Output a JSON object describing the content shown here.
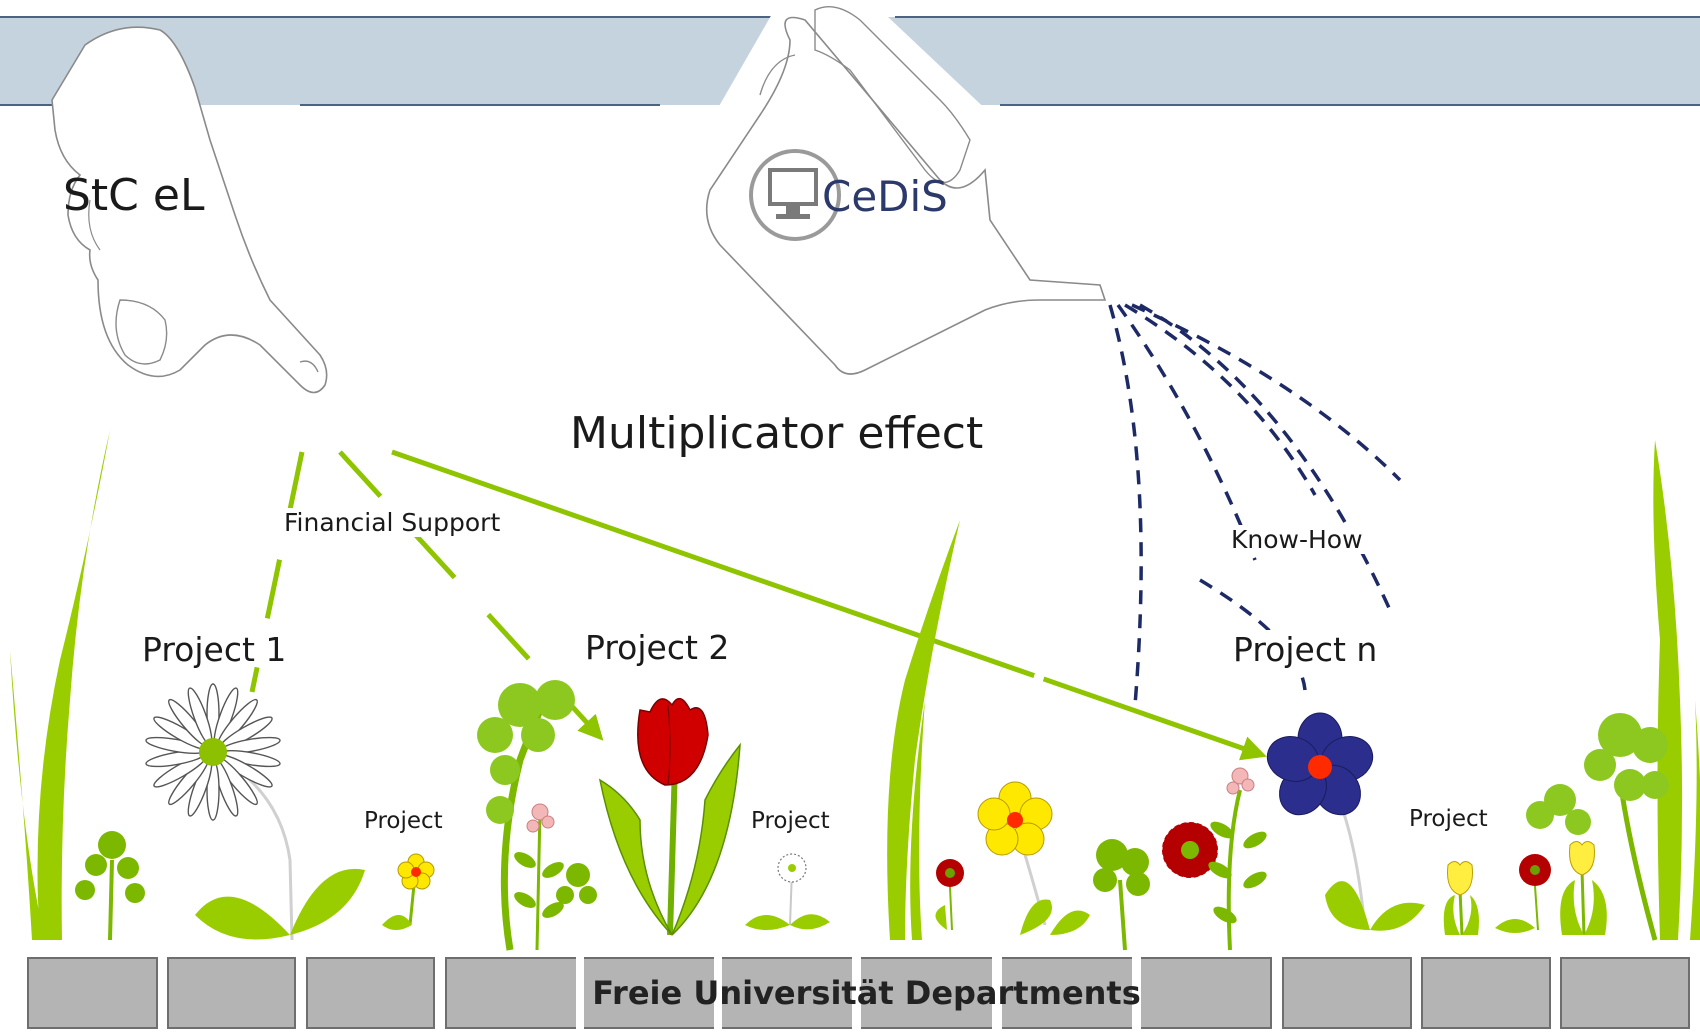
{
  "labels": {
    "stc_el": "StC eL",
    "cedis": "CeDiS",
    "multiplicator": "Multiplicator effect",
    "financial_support": "Financial Support",
    "know_how": "Know-How",
    "project_1": "Project 1",
    "project_2": "Project 2",
    "project_n": "Project n",
    "project_small_a": "Project",
    "project_small_b": "Project",
    "project_small_c": "Project",
    "departments": "Freie Universität Departments"
  },
  "colors": {
    "header_band": "#c5d3df",
    "header_line": "#4a6584",
    "grass_green": "#9acd00",
    "arrow_green": "#8fc400",
    "water_dash": "#1d2a66",
    "dept_box": "#b4b4b4",
    "tulip_red": "#d10000",
    "anemone_blue": "#2b2e8c",
    "buttercup_yellow": "#ffe800",
    "flower_center_red": "#ff2a00"
  },
  "icons": [
    "pointing-hand-icon",
    "watering-can-icon",
    "cedis-monitor-logo-icon",
    "daisy-icon",
    "tulip-icon",
    "anemone-icon",
    "buttercup-icon",
    "gerbera-icon",
    "parsley-icon",
    "foxglove-icon",
    "grass-blade-icon"
  ]
}
